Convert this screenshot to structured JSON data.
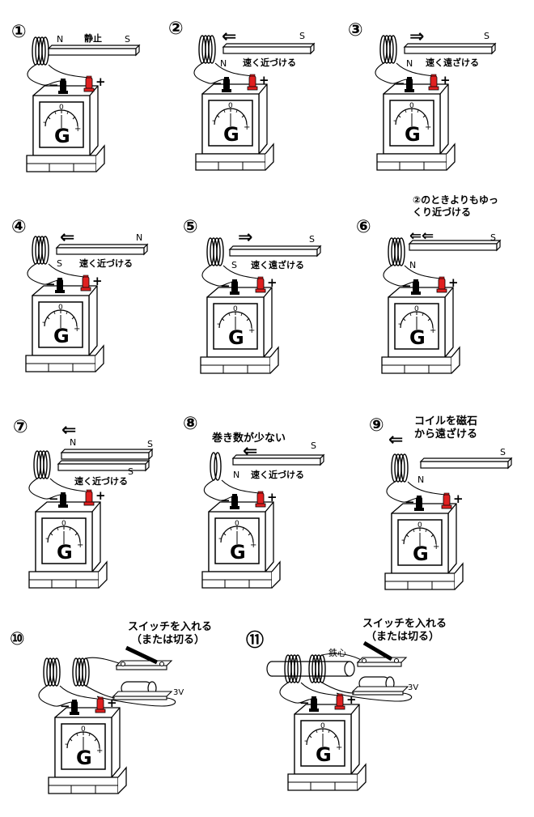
{
  "colors": {
    "ink": "#000000",
    "terminal_negative": "#000000",
    "terminal_positive": "#e02020",
    "background": "#ffffff"
  },
  "galvanometer": {
    "letter": "G",
    "zero": "0",
    "minus": "-",
    "plus": "+",
    "terminal_minus": "−",
    "terminal_plus": "+"
  },
  "panels": [
    {
      "number": "①",
      "arrow": "",
      "labels": {
        "n": "N",
        "caption": "静止",
        "s": "S"
      }
    },
    {
      "number": "②",
      "arrow": "⇐",
      "labels": {
        "n": "N",
        "caption": "速く近づける",
        "s": "S"
      }
    },
    {
      "number": "③",
      "arrow": "⇒",
      "labels": {
        "n": "N",
        "caption": "速く遠ざける",
        "s": "S"
      }
    },
    {
      "number": "④",
      "arrow": "⇐",
      "labels": {
        "n": "S",
        "caption": "速く近づける",
        "s": "N"
      }
    },
    {
      "number": "⑤",
      "arrow": "⇒",
      "labels": {
        "n": "S",
        "caption": "速く遠ざける",
        "s": "S"
      }
    },
    {
      "number": "⑥",
      "arrow": "⇐⇐",
      "labels": {
        "n": "N",
        "caption_line1": "②のときよりもゆっ",
        "caption_line2": "くり近づける",
        "s": "S"
      }
    },
    {
      "number": "⑦",
      "arrow": "⇐",
      "labels": {
        "n": "N",
        "caption": "速く近づける",
        "s": "S",
        "s2": "S"
      }
    },
    {
      "number": "⑧",
      "arrow": "⇐",
      "labels": {
        "n": "N",
        "title": "巻き数が少ない",
        "caption": "速く近づける",
        "s": "S"
      }
    },
    {
      "number": "⑨",
      "arrow": "⇐",
      "labels": {
        "n": "N",
        "caption_line1": "コイルを磁石",
        "caption_line2": "から遠ざける",
        "s": "S"
      }
    },
    {
      "number": "⑩",
      "labels": {
        "caption_line1": "スイッチを入れる",
        "caption_line2": "（または切る）",
        "battery": "3V"
      }
    },
    {
      "number": "⑪",
      "labels": {
        "caption_line1": "スイッチを入れる",
        "caption_line2": "（または切る）",
        "battery": "3V",
        "core": "鉄心"
      }
    }
  ]
}
